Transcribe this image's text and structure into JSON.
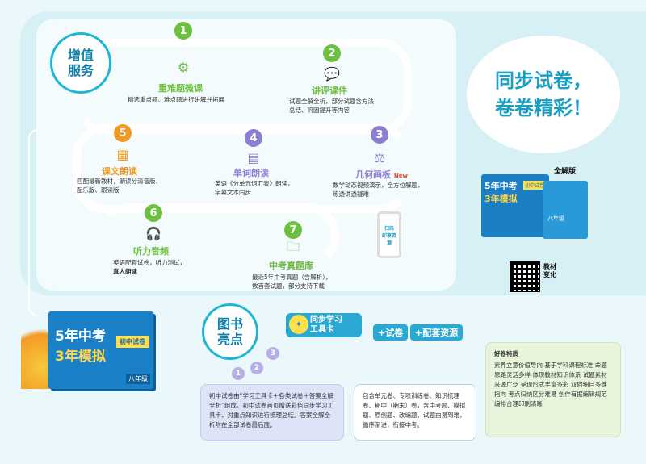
{
  "header_badge": {
    "line1": "增值",
    "line2": "服务"
  },
  "services": [
    {
      "num": "1",
      "title": "重难题微课",
      "desc1": "精选重点题、难点题进行讲解并拓展",
      "desc2": "",
      "desc3": "",
      "color": "#6cbf3f",
      "icon": "gears-icon"
    },
    {
      "num": "2",
      "title": "讲评课件",
      "desc1": "试题全解全析，部分试题含方法",
      "desc2": "总结、巩固提升等内容",
      "desc3": "",
      "color": "#6cbf3f",
      "icon": "chat-icon"
    },
    {
      "num": "3",
      "title": "几何画板",
      "badge": "New",
      "desc1": "数学动态视频演示，全方位解题，",
      "desc2": "练透讲透疑难",
      "desc3": "",
      "color": "#8b7fd1",
      "icon": "geometry-icon"
    },
    {
      "num": "4",
      "title": "单词朗读",
      "desc1": "英语《分单元词汇表》朗读，",
      "desc2": "字幕文本同步",
      "desc3": "",
      "color": "#8b7fd1",
      "icon": "presentation-icon"
    },
    {
      "num": "5",
      "title": "课文朗读",
      "desc1": "匹配最新教材，朗读分清音版、",
      "desc2": "配乐版、跟读版",
      "desc3": "",
      "color": "#f29a1f",
      "icon": "document-icon"
    },
    {
      "num": "6",
      "title": "听力音频",
      "desc1": "英语配套试卷，听力测试，",
      "desc2": "真人朗读",
      "desc3": "",
      "color": "#6cbf3f",
      "icon": "headphones-icon"
    },
    {
      "num": "7",
      "title": "中考真题库",
      "desc1": "最近5年中考真题（含解析），",
      "desc2": "数百套试题，部分支持下载",
      "desc3": "",
      "color": "#6cbf3f",
      "icon": "folder-icon"
    }
  ],
  "phone": {
    "text": "扫码 即享资源"
  },
  "slogan": {
    "line1": "同步试卷，",
    "line2": "卷卷精彩！"
  },
  "book_right": {
    "edition": "全解版",
    "title": "5年中考",
    "subtitle": "3年模拟",
    "tag": "初中试卷",
    "grade": "八年级"
  },
  "qr_caption": "教材变化",
  "book_left": {
    "title": "5年中考",
    "subtitle": "3年模拟",
    "tag": "初中试卷",
    "grade": "八年级"
  },
  "highlight_badge": {
    "line1": "图书",
    "line2": "亮点"
  },
  "toolkit": {
    "line1": "同步学习",
    "line2": "工具卡",
    "plus1": "+试卷",
    "plus2": "+配套资源"
  },
  "points": [
    "1",
    "2",
    "3"
  ],
  "box1": {
    "text": "初中试卷由“学习工具卡＋各类试卷＋答案全解全析”组成。初中试卷首页赠送彩色同步学习工具卡，对重点知识进行梳理总结。答案全解全析附在全部试卷最后面。"
  },
  "box2": {
    "text": "包含单元卷、专项训练卷、知识梳理卷、期中（期末）卷，含中考题、模拟题、原创题、改编题，试题由易到难，循序渐进，衔接中考。"
  },
  "box3": {
    "title": "好卷特质",
    "text": "素养立意价值导向 基于学科课程标准 命题思路灵活多样 体现教材知识体系 试题素材来源广泛 呈现形式丰富多彩 双向细目多维指向 考点归纳区分难易 创作有据编辑规范 编排合理印刷清晰"
  }
}
